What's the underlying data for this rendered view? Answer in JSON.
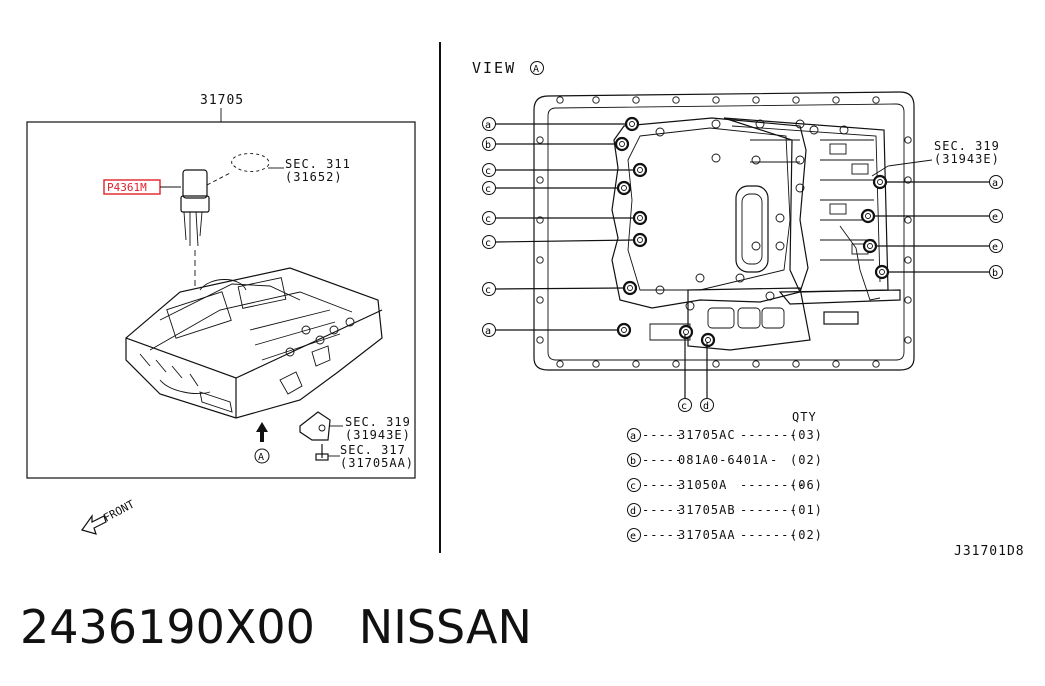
{
  "left_panel": {
    "assembly_number": "31705",
    "highlighted_part": "P4361M",
    "callouts": [
      {
        "line1": "SEC. 311",
        "line2": "(31652)"
      },
      {
        "line1": "SEC. 319",
        "line2": "(31943E)"
      },
      {
        "line1": "SEC. 317",
        "line2": "(31705AA)"
      }
    ],
    "view_marker": "A",
    "front_label": "FRONT"
  },
  "right_panel": {
    "view_title": "VIEW",
    "view_letter": "A",
    "sec_callout": {
      "line1": "SEC. 319",
      "line2": "(31943E)"
    },
    "left_markers": [
      "a",
      "b",
      "c",
      "c",
      "c",
      "c",
      "c",
      "a"
    ],
    "right_markers": [
      "a",
      "e",
      "e",
      "b"
    ],
    "bottom_markers": [
      "c",
      "d"
    ],
    "qty_header": "QTY",
    "parts_list": [
      {
        "key": "a",
        "part": "31705AC",
        "dashes": "-------",
        "qty": "(03)"
      },
      {
        "key": "b",
        "part": "081A0-6401A",
        "dashes": "-",
        "qty": "(02)"
      },
      {
        "key": "c",
        "part": "31050A",
        "dashes": "--------",
        "qty": "(06)"
      },
      {
        "key": "d",
        "part": "31705AB",
        "dashes": "-------",
        "qty": "(01)"
      },
      {
        "key": "e",
        "part": "31705AA",
        "dashes": "-------",
        "qty": "(02)"
      }
    ],
    "diagram_code": "J31701D8"
  },
  "footer": {
    "part_number": "2436190X00",
    "brand": "NISSAN"
  },
  "colors": {
    "highlight": "#e0212a",
    "ink": "#111111"
  }
}
